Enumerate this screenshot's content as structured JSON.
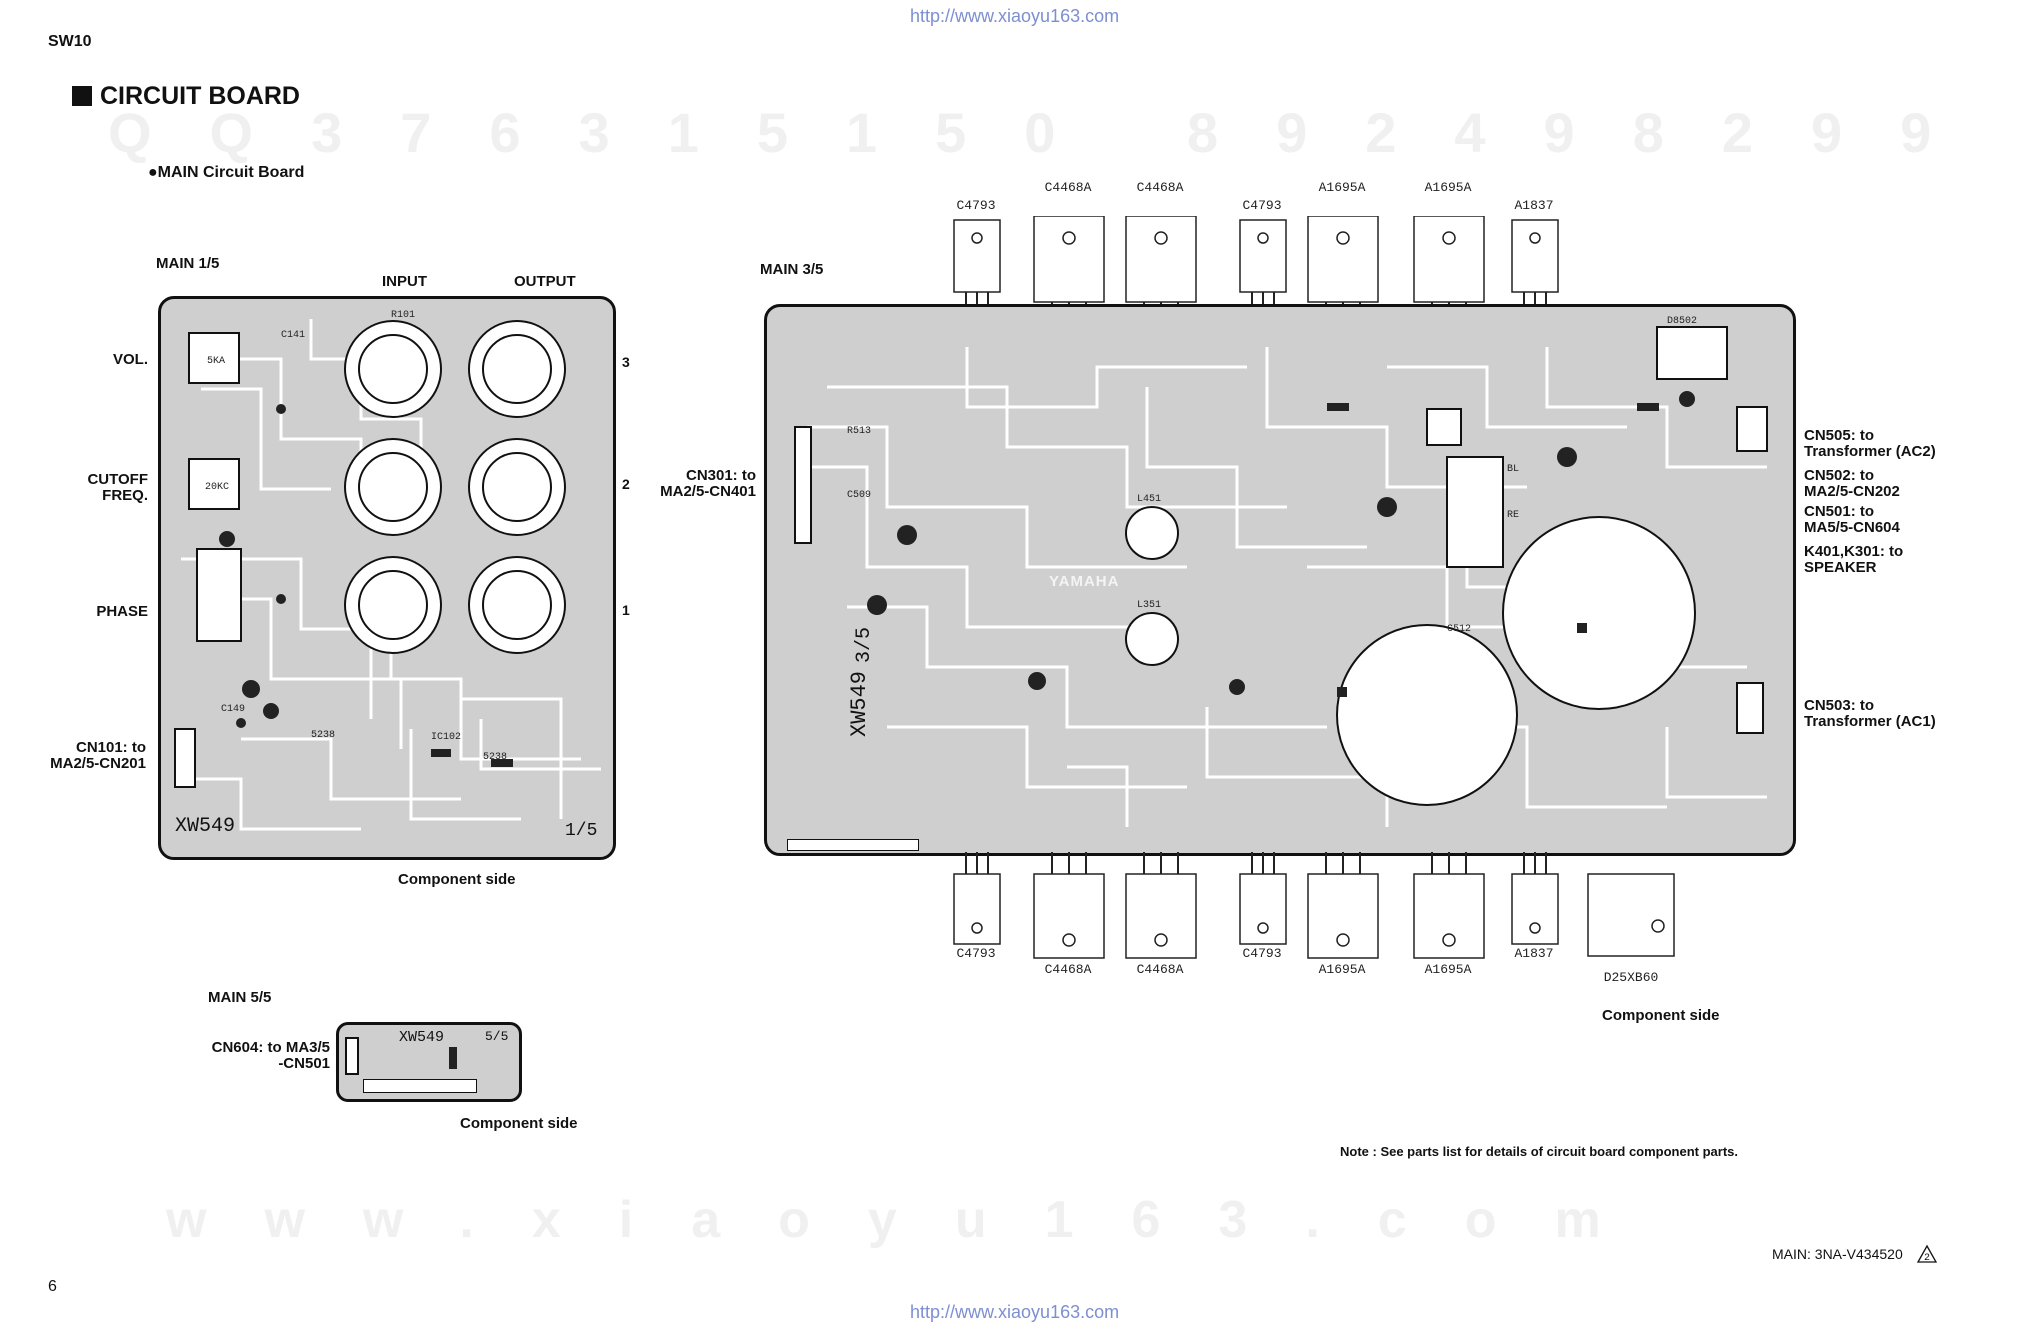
{
  "header": {
    "model": "SW10",
    "url_top": "http://www.xiaoyu163.com",
    "url_bottom": "http://www.xiaoyu163.com"
  },
  "watermarks": {
    "top": "QQ376315150 892498299",
    "bottom": "www.xiaoyu163.com"
  },
  "section_title": "CIRCUIT BOARD",
  "subsection_title": "●MAIN Circuit Board",
  "main15": {
    "title": "MAIN 1/5",
    "input_label": "INPUT",
    "output_label": "OUTPUT",
    "vol_label": "VOL.",
    "cutoff_label_1": "CUTOFF",
    "cutoff_label_2": "FREQ.",
    "phase_label": "PHASE",
    "cn101_label_1": "CN101: to",
    "cn101_label_2": "MA2/5-CN201",
    "pin_3": "3",
    "pin_2": "2",
    "pin_1": "1",
    "board_id": "XW549",
    "board_fraction": "1/5",
    "side_caption": "Component side"
  },
  "main55": {
    "title": "MAIN 5/5",
    "cn604_label_1": "CN604: to MA3/5",
    "cn604_label_2": "-CN501",
    "board_id": "XW549",
    "board_fraction": "5/5",
    "side_caption": "Component side"
  },
  "main35": {
    "title": "MAIN 3/5",
    "cn301_label_1": "CN301: to",
    "cn301_label_2": "MA2/5-CN401",
    "cn505_label_1": "CN505: to",
    "cn505_label_2": "Transformer (AC2)",
    "cn502_label_1": "CN502: to",
    "cn502_label_2": "MA2/5-CN202",
    "cn501_label_1": "CN501: to",
    "cn501_label_2": "MA5/5-CN604",
    "k401_label_1": "K401,K301: to",
    "k401_label_2": "SPEAKER",
    "cn503_label_1": "CN503: to",
    "cn503_label_2": "Transformer (AC1)",
    "board_id": "XW549",
    "board_fraction": "3/5",
    "brand": "YAMAHA",
    "top_packages": [
      "C4793",
      "C4468A",
      "C4468A",
      "C4793",
      "A1695A",
      "A1695A",
      "A1837"
    ],
    "bottom_packages": [
      "C4793",
      "C4468A",
      "C4468A",
      "C4793",
      "A1695A",
      "A1695A",
      "A1837",
      "D25XB60"
    ],
    "side_caption": "Component side"
  },
  "note": "Note : See parts list for details of circuit board component parts.",
  "footer": {
    "page_number": "6",
    "doc_code": "MAIN: 3NA-V434520",
    "revision_mark": "2"
  }
}
